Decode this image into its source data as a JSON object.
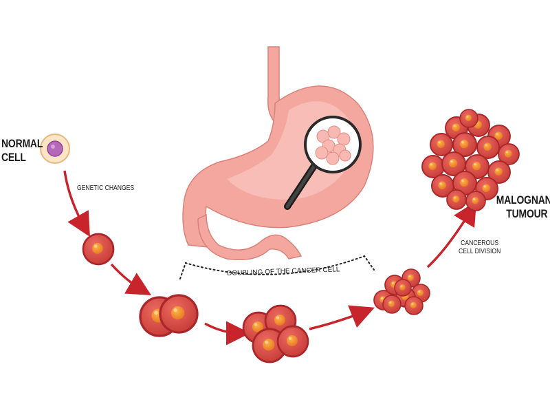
{
  "labels": {
    "normal_cell_line1": "NORMAL",
    "normal_cell_line2": "CELL",
    "genetic_changes": "GENETIC CHANGES",
    "doubling": "DOUBLING OF THE CANCER CELL",
    "cancerous_line1": "CANCEROUS",
    "cancerous_line2": "CELL DIVISION",
    "malignant_line1": "MALOGNANT",
    "malignant_line2": "TUMOUR"
  },
  "colors": {
    "arrow": "#c8242b",
    "cell_fill": "#dc4a44",
    "cell_rim": "#a9262a",
    "nucleus": "#f08a2e",
    "stomach": "#f4a79f",
    "stomach_outline": "#d98279",
    "normal_cell": "#fce5c4",
    "normal_nucleus": "#b569b9"
  },
  "icons": {
    "magnifier": "magnifying-glass-icon"
  }
}
